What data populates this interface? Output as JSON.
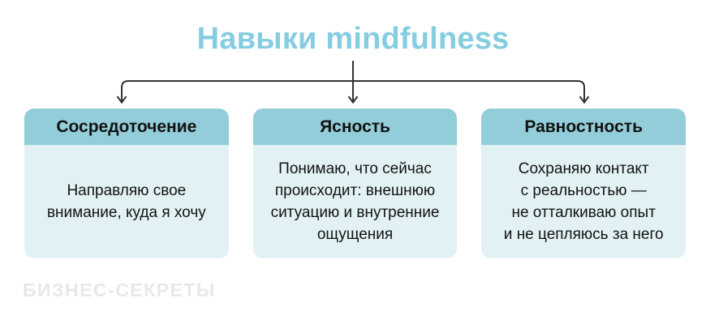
{
  "title": "Навыки mindfulness",
  "colors": {
    "title_accent": "#85cde1",
    "card_header_bg": "#92cdd9",
    "card_body_bg": "#e2f2f4",
    "arrow_line": "#333333",
    "text": "#121212",
    "watermark": "#e8e8e8",
    "background": "#ffffff"
  },
  "diagram": {
    "root": "Навыки mindfulness",
    "nodes": [
      {
        "label": "Сосредоточение",
        "description": "Направляю свое\nвнимание, куда я хочу"
      },
      {
        "label": "Ясность",
        "description": "Понимаю, что сейчас\nпроисходит: внешнюю\nситуацию и внутренние\nощущения"
      },
      {
        "label": "Равностность",
        "description": "Сохраняю контакт\nс реальностью —\nне отталкиваю опыт\nи не цепляюсь за него"
      }
    ]
  },
  "watermark": {
    "text": "БИЗНЕС-СЕКРЕТЫ"
  }
}
